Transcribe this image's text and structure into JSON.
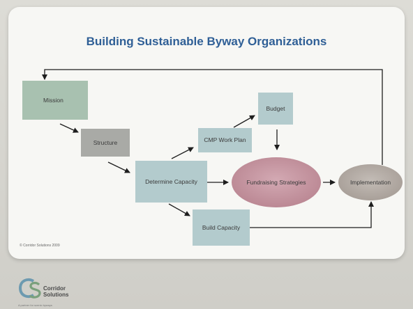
{
  "slide": {
    "title": "Building Sustainable Byway Organizations",
    "copyright": "© Corridor Solutions 2009"
  },
  "nodes": {
    "mission": "Mission",
    "structure": "Structure",
    "determine_capacity": "Determine Capacity",
    "cmp_work_plan": "CMP Work Plan",
    "budget": "Budget",
    "fundraising_strategies": "Fundraising Strategies",
    "implementation": "Implementation",
    "build_capacity": "Build Capacity"
  },
  "logo": {
    "monogram": "CS",
    "name_line1": "Corridor",
    "name_line2": "Solutions",
    "tagline": "A partner for scenic byways"
  },
  "colors": {
    "title": "#2f5f96",
    "mission_box": "#a8c1b0",
    "gray_box": "#a9aaa6",
    "blue_box": "#b3cbcd",
    "fundraising_ellipse": "#c79aa5",
    "implementation_ellipse": "#b5ada6"
  }
}
